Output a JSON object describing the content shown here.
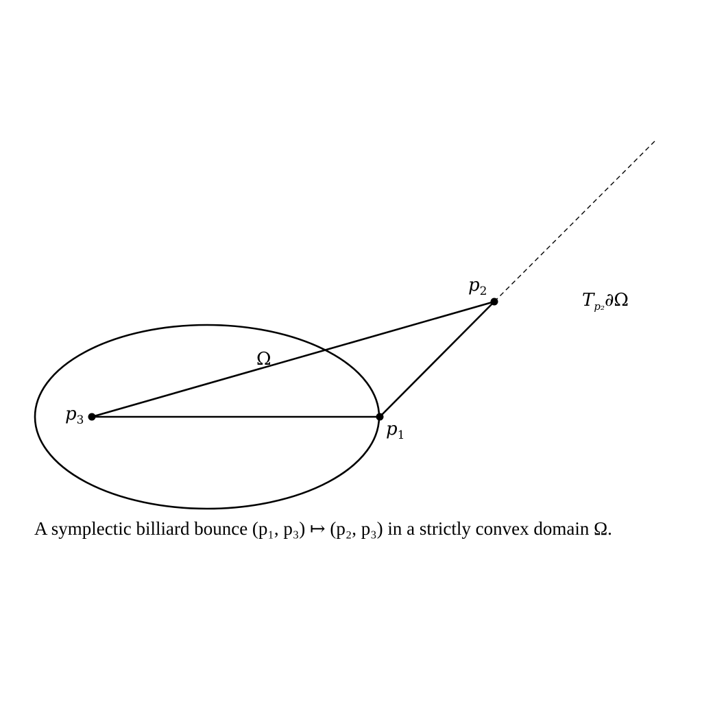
{
  "diagram": {
    "domain_label": "Ω",
    "points": [
      {
        "id": "p1",
        "label": "p",
        "sub": "1"
      },
      {
        "id": "p2",
        "label": "p",
        "sub": "2"
      },
      {
        "id": "p3",
        "label": "p",
        "sub": "3"
      }
    ],
    "tangent_label": {
      "main": "T",
      "sub": "p₂",
      "rest": "∂Ω"
    }
  },
  "caption": {
    "text": "A symplectic billiard bounce (p₁, p₃) ↦ (p₂, p₃) in a strictly convex domain Ω."
  }
}
